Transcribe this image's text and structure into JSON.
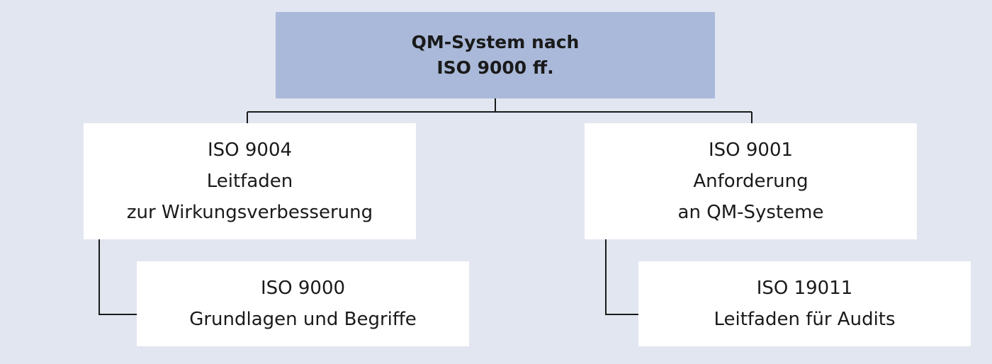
{
  "diagram": {
    "root": {
      "line1": "QM-System nach",
      "line2": "ISO 9000 ff."
    },
    "left": {
      "parent": {
        "line1": "ISO 9004",
        "line2": "Leitfaden",
        "line3": "zur Wirkungsverbesserung"
      },
      "child": {
        "line1": "ISO 9000",
        "line2": "Grundlagen und Begriffe"
      }
    },
    "right": {
      "parent": {
        "line1": "ISO 9001",
        "line2": "Anforderung",
        "line3": "an QM-Systeme"
      },
      "child": {
        "line1": "ISO 19011",
        "line2": "Leitfaden für Audits"
      }
    },
    "colors": {
      "background": "#e1e6f1",
      "root_fill": "#aab9d9",
      "node_fill": "#ffffff",
      "line": "#1a1a1a"
    }
  }
}
